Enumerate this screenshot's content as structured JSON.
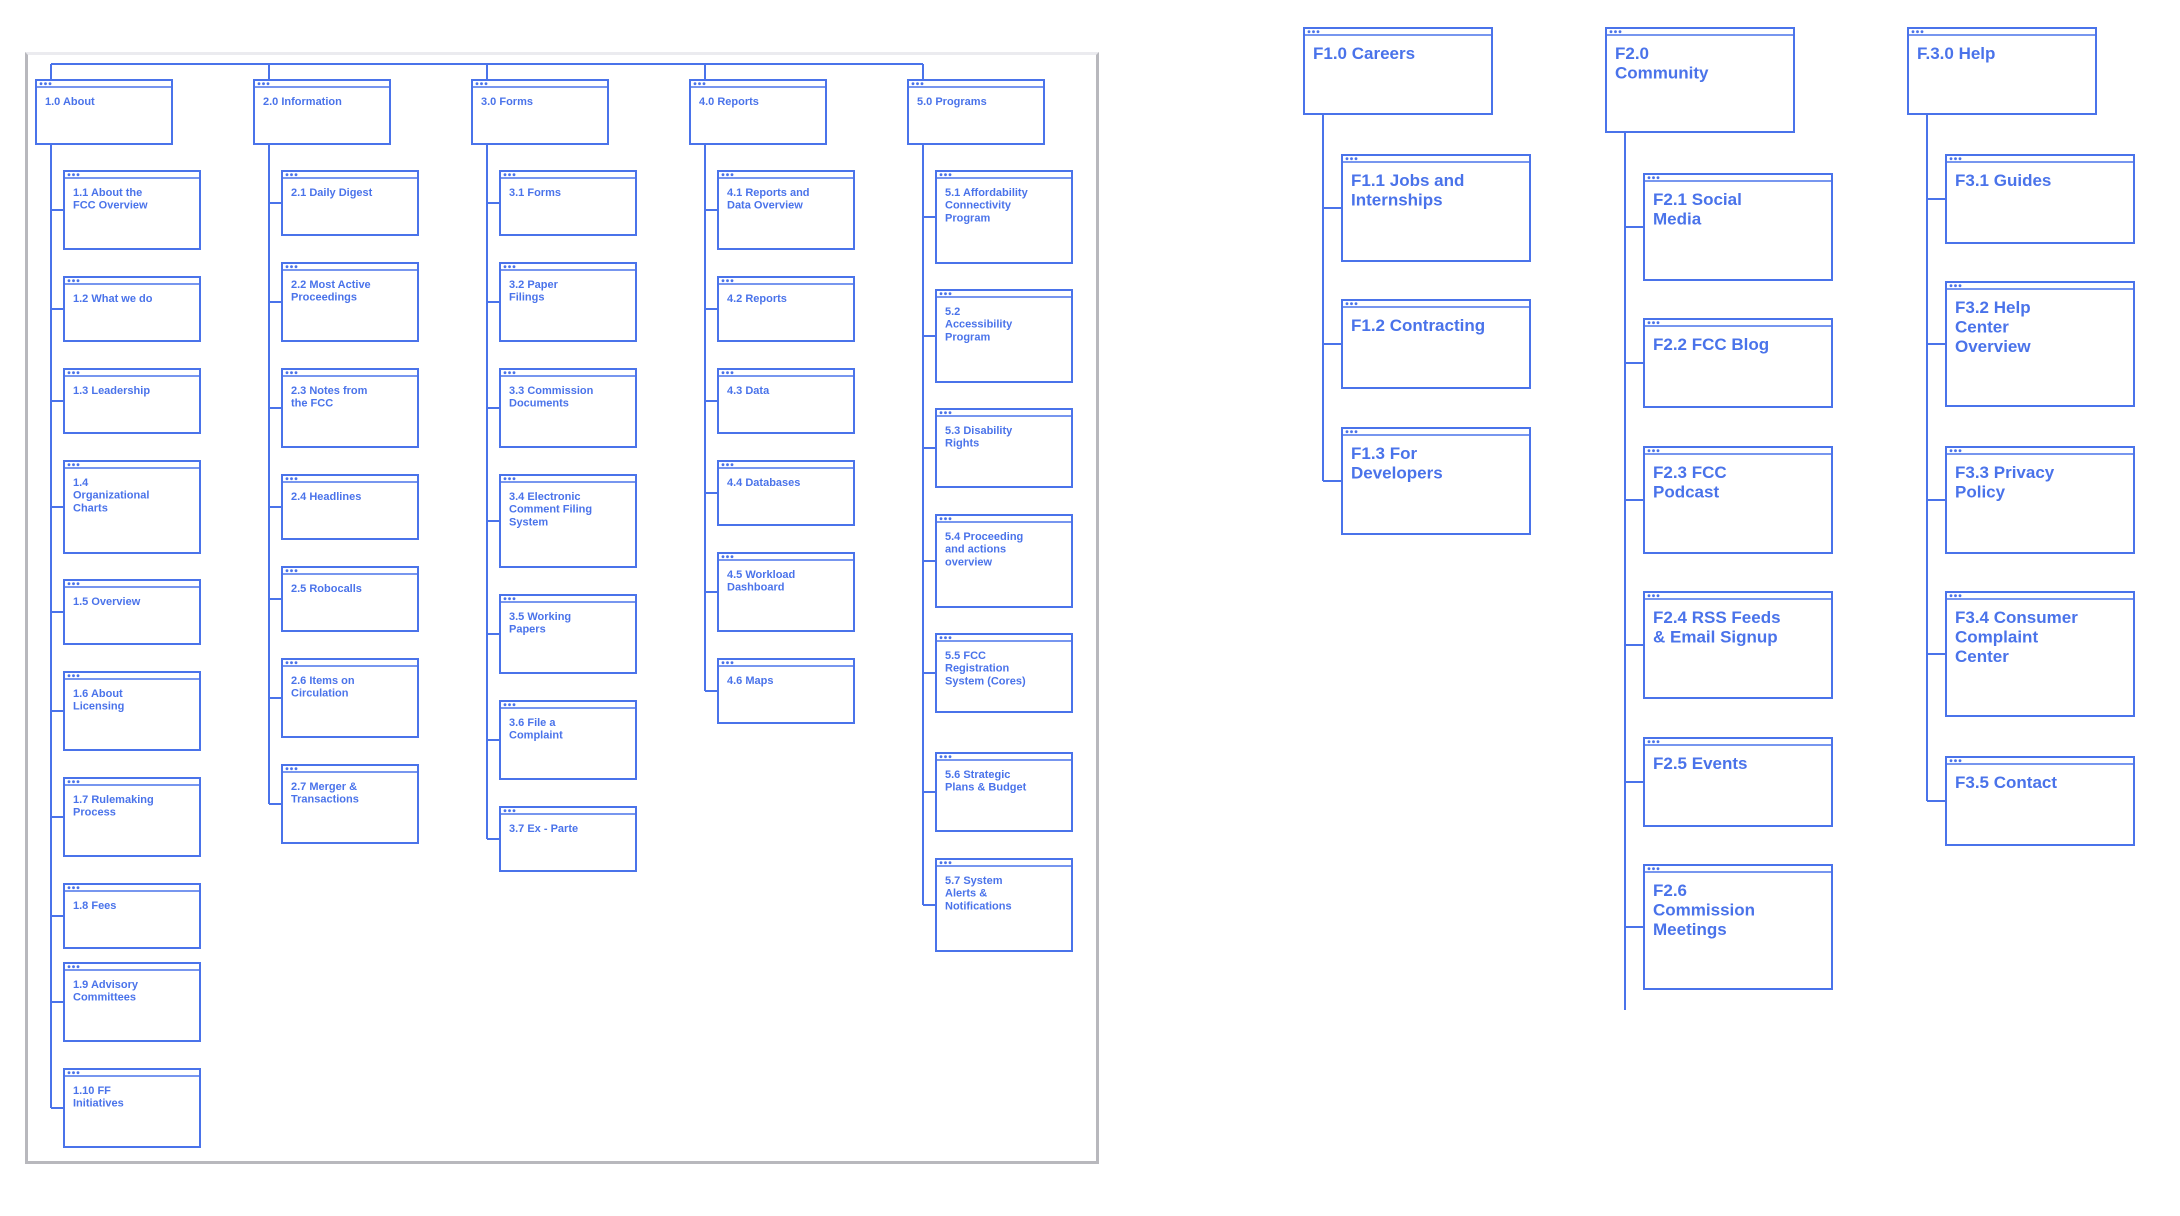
{
  "colors": {
    "stroke": "#4a73ea",
    "text": "#4a73ea",
    "frame": "#b8b8bd"
  },
  "left_sitemap": {
    "sections": [
      {
        "id": "s1",
        "title": "1.0 About",
        "children": [
          "1.1 About the\nFCC Overview",
          "1.2 What we do",
          "1.3 Leadership",
          "1.4\nOrganizational\nCharts",
          "1.5 Overview",
          "1.6 About\nLicensing",
          "1.7 Rulemaking\nProcess",
          "1.8 Fees",
          "1.9 Advisory\nCommittees",
          "1.10 FF\nInitiatives"
        ]
      },
      {
        "id": "s2",
        "title": "2.0 Information",
        "children": [
          "2.1 Daily Digest",
          "2.2 Most Active\nProceedings",
          "2.3 Notes from\nthe FCC",
          "2.4 Headlines",
          "2.5 Robocalls",
          "2.6 Items on\nCirculation",
          "2.7 Merger &\nTransactions"
        ]
      },
      {
        "id": "s3",
        "title": "3.0 Forms",
        "children": [
          "3.1 Forms",
          "3.2 Paper\nFilings",
          "3.3 Commission\nDocuments",
          "3.4 Electronic\nComment Filing\nSystem",
          "3.5 Working\nPapers",
          "3.6 File a\nComplaint",
          "3.7 Ex - Parte"
        ]
      },
      {
        "id": "s4",
        "title": "4.0 Reports",
        "children": [
          "4.1 Reports and\nData Overview",
          "4.2 Reports",
          "4.3 Data",
          "4.4 Databases",
          "4.5 Workload\nDashboard",
          "4.6 Maps"
        ]
      },
      {
        "id": "s5",
        "title": "5.0 Programs",
        "children": [
          "5.1 Affordability\nConnectivity\nProgram",
          "5.2\nAccessibility\nProgram",
          "5.3 Disability\nRights",
          "5.4 Proceeding\nand actions\noverview",
          "5.5 FCC\nRegistration\nSystem (Cores)",
          "5.6 Strategic\nPlans & Budget",
          "5.7 System\nAlerts &\nNotifications"
        ]
      }
    ]
  },
  "right_sitemap": {
    "sections": [
      {
        "id": "f1",
        "title": "F1.0 Careers",
        "children": [
          "F1.1 Jobs and\nInternships",
          "F1.2 Contracting",
          "F1.3 For\nDevelopers"
        ]
      },
      {
        "id": "f2",
        "title": "F2.0\nCommunity",
        "children": [
          "F2.1 Social\nMedia",
          "F2.2 FCC Blog",
          "F2.3 FCC\nPodcast",
          "F2.4 RSS Feeds\n& Email Signup",
          "F2.5 Events",
          "F2.6\nCommission\nMeetings"
        ]
      },
      {
        "id": "f3",
        "title": "F.3.0 Help",
        "children": [
          "F3.1 Guides",
          "F3.2 Help\nCenter\nOverview",
          "F3.3 Privacy\nPolicy",
          "F3.4 Consumer\nComplaint\nCenter",
          "F3.5 Contact"
        ]
      }
    ]
  }
}
